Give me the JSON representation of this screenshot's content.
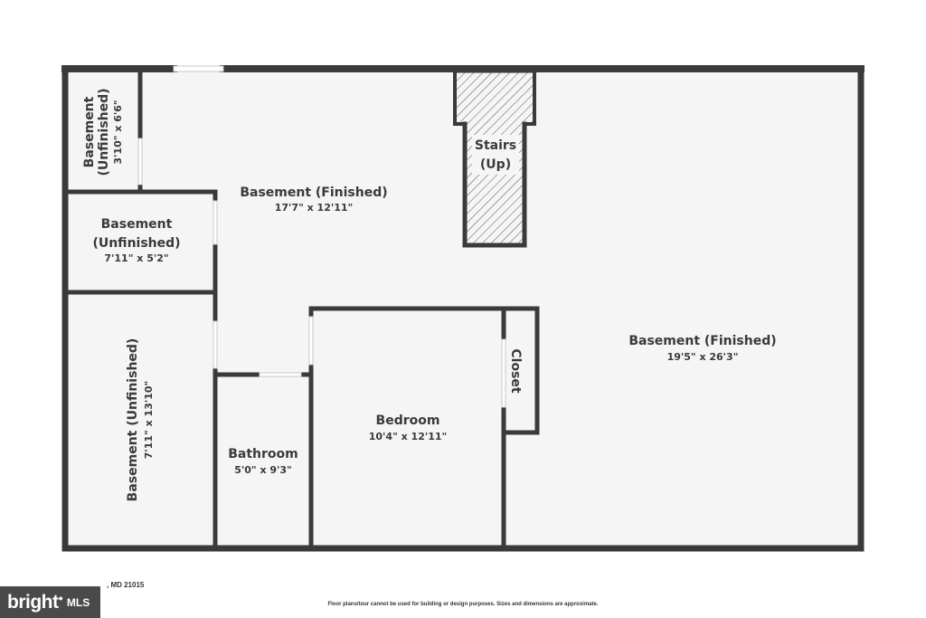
{
  "rooms": {
    "unfinished_small": {
      "name_line1": "Basement",
      "name_line2": "(Unfinished)",
      "dims": "3'10\" x 6'6\""
    },
    "unfinished_mid": {
      "name_line1": "Basement",
      "name_line2": "(Unfinished)",
      "dims": "7'11\" x 5'2\""
    },
    "unfinished_tall": {
      "name": "Basement (Unfinished)",
      "dims": "7'11\" x 13'10\""
    },
    "finished_left": {
      "name": "Basement (Finished)",
      "dims": "17'7\" x 12'11\""
    },
    "stairs": {
      "name_line1": "Stairs",
      "name_line2": "(Up)"
    },
    "bathroom": {
      "name": "Bathroom",
      "dims": "5'0\" x 9'3\""
    },
    "bedroom": {
      "name": "Bedroom",
      "dims": "10'4\" x 12'11\""
    },
    "closet": {
      "name": "Closet"
    },
    "finished_right": {
      "name": "Basement (Finished)",
      "dims": "19'5\" x 26'3\""
    }
  },
  "footer": {
    "address": ", MD 21015",
    "disclaimer": "Floor plans/tour cannot be used for building or design purposes. Sizes and dimensions are approximate.",
    "logo_text": "bright",
    "logo_suffix": "MLS"
  },
  "colors": {
    "wall": "#3a3a3a",
    "floor": "#f5f5f5",
    "text": "#3a3a3a"
  }
}
